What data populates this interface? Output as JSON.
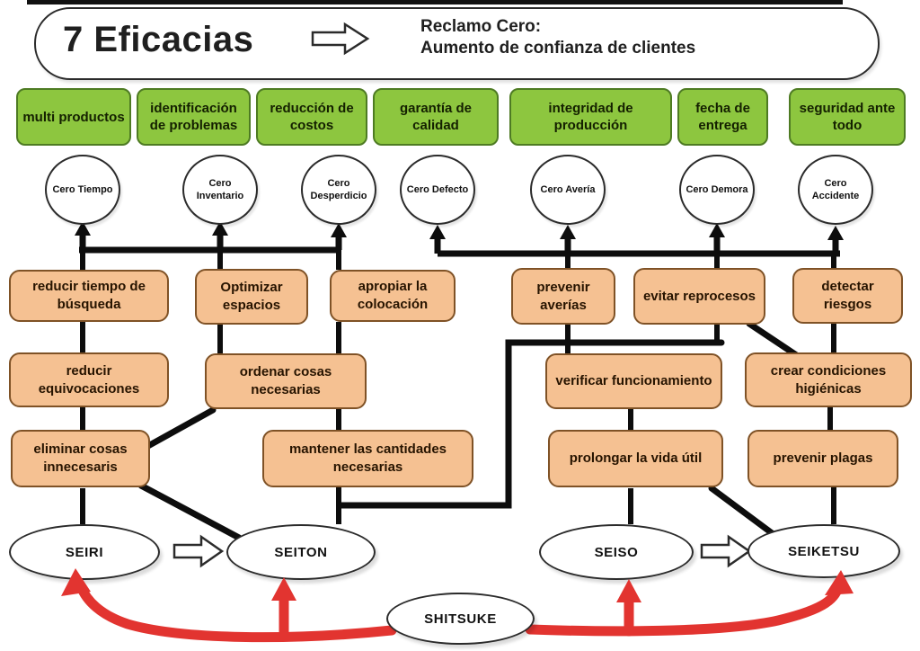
{
  "colors": {
    "green_fill": "#8DC63F",
    "green_border": "#4E7B23",
    "orange_fill": "#F5C192",
    "orange_border": "#7F5226",
    "red_arrow": "#E23430",
    "line_black": "#0d0d0d"
  },
  "header": {
    "title": "7 Eficacias",
    "goal_line1": "Reclamo Cero:",
    "goal_line2": "Aumento de confianza de clientes"
  },
  "green_boxes": [
    {
      "label": "multi productos"
    },
    {
      "label": "identificación de problemas"
    },
    {
      "label": "reducción de costos"
    },
    {
      "label": "garantía de calidad"
    },
    {
      "label": "integridad de producción"
    },
    {
      "label": "fecha de entrega"
    },
    {
      "label": "seguridad ante todo"
    }
  ],
  "zero_circles": [
    {
      "label": "Cero Tiempo"
    },
    {
      "label": "Cero Inventario"
    },
    {
      "label": "Cero Desperdicio"
    },
    {
      "label": "Cero Defecto"
    },
    {
      "label": "Cero Avería"
    },
    {
      "label": "Cero Demora"
    },
    {
      "label": "Cero Accidente"
    }
  ],
  "action_boxes": [
    {
      "label": "reducir tiempo de búsqueda"
    },
    {
      "label": "Optimizar espacios"
    },
    {
      "label": "apropiar la colocación"
    },
    {
      "label": "prevenir averías"
    },
    {
      "label": "evitar reprocesos"
    },
    {
      "label": "detectar riesgos"
    },
    {
      "label": "reducir equivocaciones"
    },
    {
      "label": "ordenar cosas necesarias"
    },
    {
      "label": "verificar funcionamiento"
    },
    {
      "label": "crear condiciones higiénicas"
    },
    {
      "label": "eliminar cosas innecesaris"
    },
    {
      "label": "mantener las cantidades necesarias"
    },
    {
      "label": "prolongar la vida útil"
    },
    {
      "label": "prevenir plagas"
    }
  ],
  "phases": {
    "seiri": "SEIRI",
    "seiton": "SEITON",
    "seiso": "SEISO",
    "seiketsu": "SEIKETSU",
    "shitsuke": "SHITSUKE"
  }
}
